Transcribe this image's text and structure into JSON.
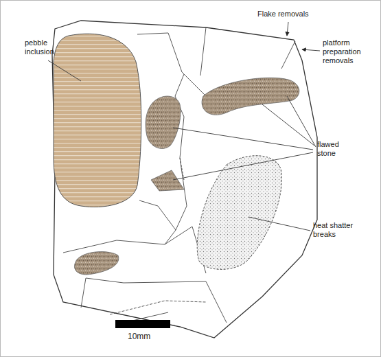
{
  "diagram": {
    "labels": [
      "pebble inclusion",
      "Flake removals",
      "platform preparation removals",
      "flawed stone",
      "heat shatter breaks",
      "10mm"
    ]
  }
}
